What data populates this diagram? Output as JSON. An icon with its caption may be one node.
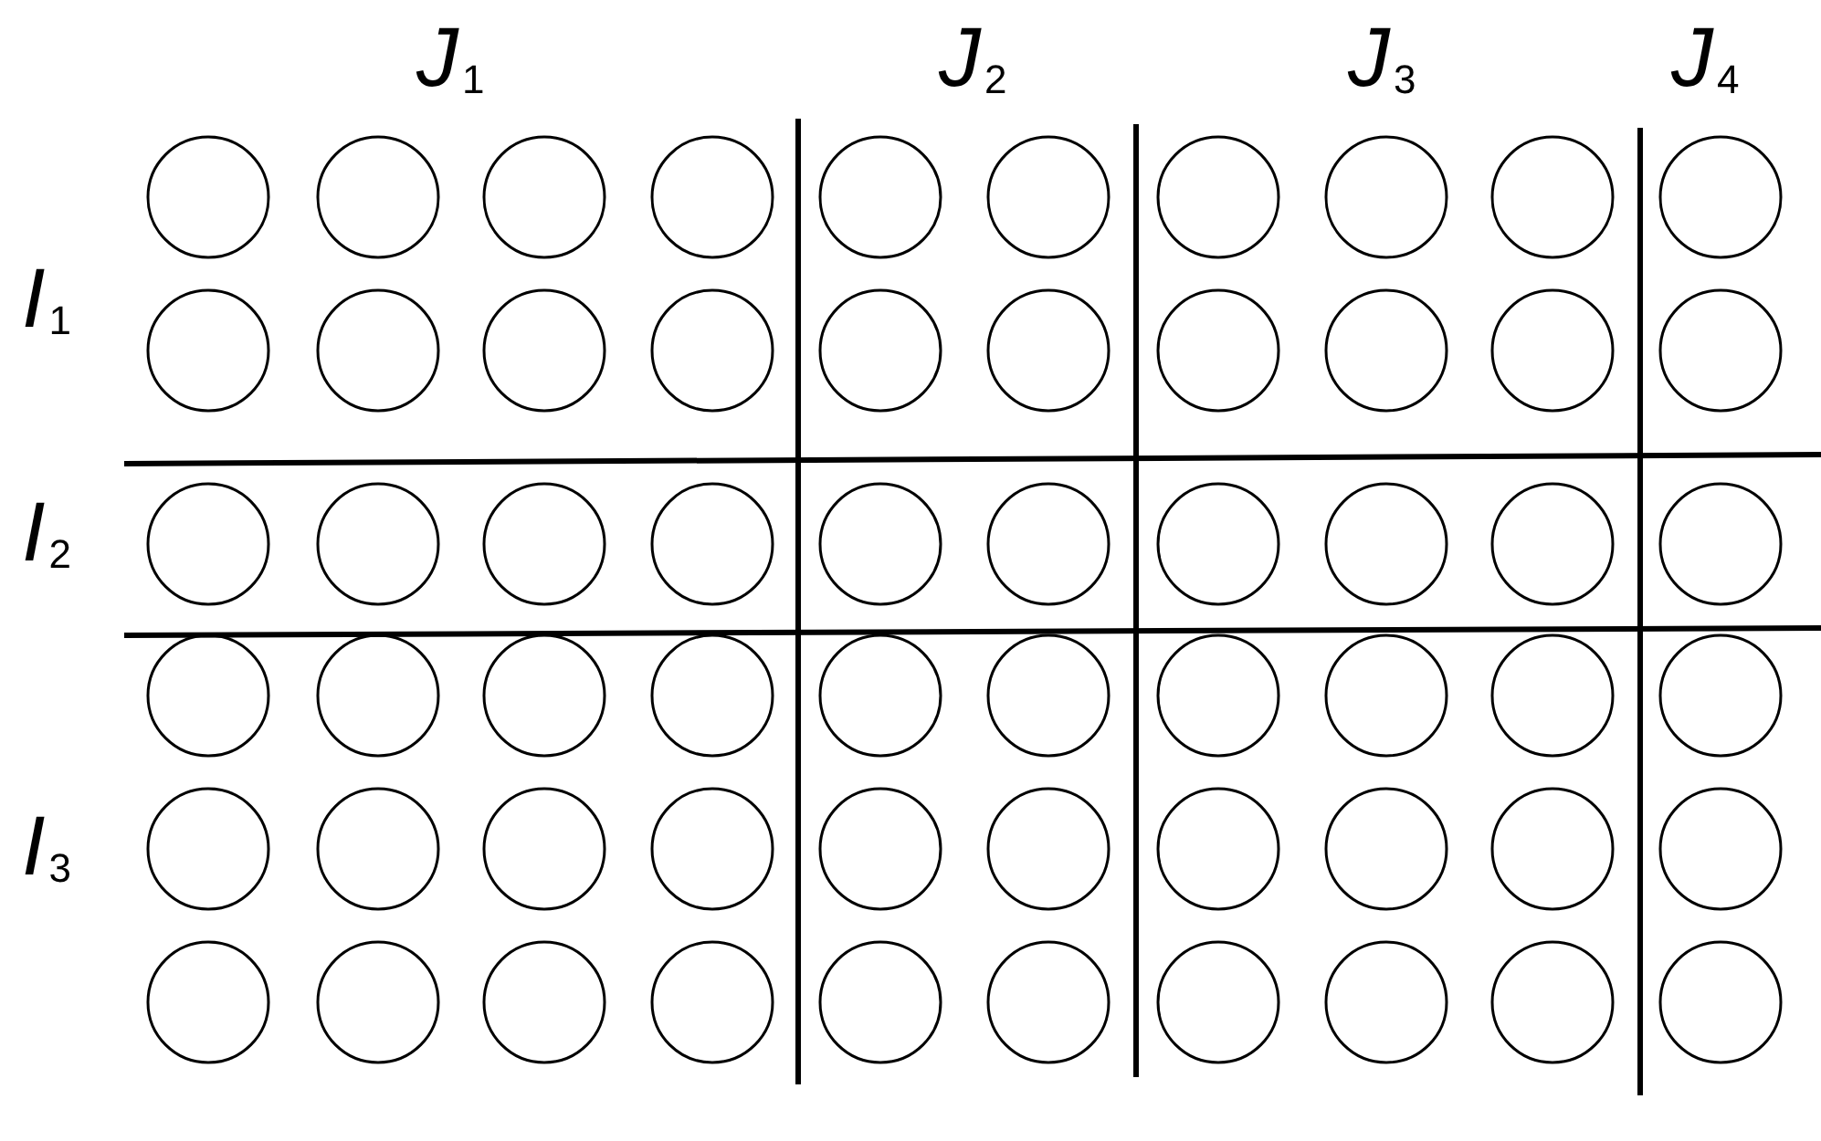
{
  "diagram": {
    "labels": [
      "*J*$_{1}$",
      "*J*$_{2}$",
      "*J*$_{3}$",
      "*J*$_{4}$",
      "*I*$_{1}$",
      "*I*$_{2}$",
      "*I*$_{3}$"
    ]
  }
}
